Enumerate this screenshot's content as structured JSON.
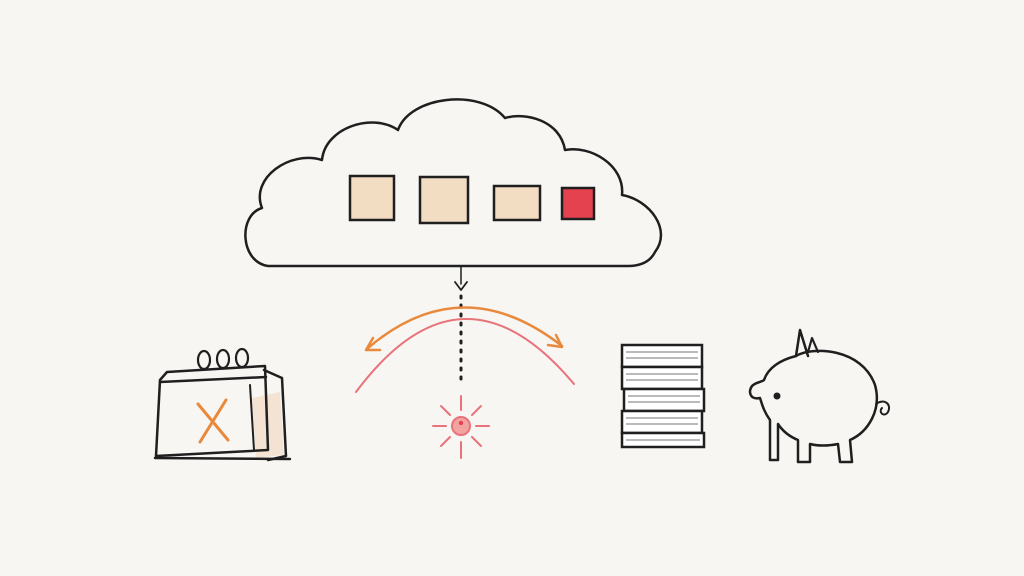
{
  "colors": {
    "paper": "#f7f6f3",
    "ink": "#1f1f1f",
    "tan_fill": "#f2dcc2",
    "red_fill": "#e4424f",
    "orange": "#e8893c",
    "coral": "#e9737a",
    "calendar_x": "#e8893c"
  },
  "cloud": {
    "icon": "cloud-icon",
    "blocks": [
      {
        "name": "block-1",
        "fill": "tan"
      },
      {
        "name": "block-2",
        "fill": "tan"
      },
      {
        "name": "block-3",
        "fill": "tan"
      },
      {
        "name": "block-4",
        "fill": "red"
      }
    ]
  },
  "icons": [
    "calendar-icon",
    "dotted-arrow-icon",
    "double-arrow-arc-icon",
    "sun-burst-icon",
    "document-stack-icon",
    "piggy-bank-icon"
  ]
}
